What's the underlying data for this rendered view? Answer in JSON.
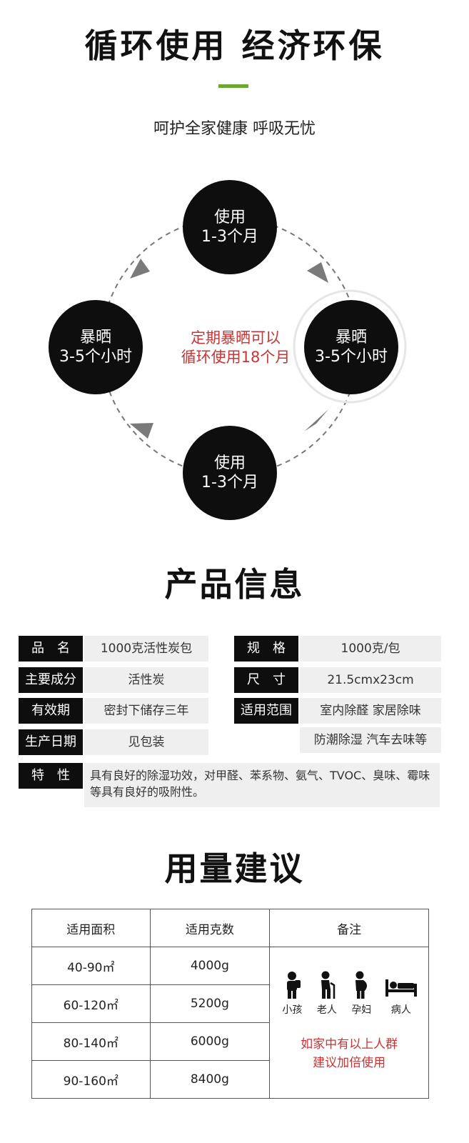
{
  "header": {
    "title": "循环使用 经济环保",
    "subtitle": "呵护全家健康 呼吸无忧"
  },
  "cycle": {
    "top": {
      "line1": "使用",
      "line2": "1-3个月"
    },
    "right": {
      "line1": "暴晒",
      "line2": "3-5个小时"
    },
    "bottom": {
      "line1": "使用",
      "line2": "1-3个月"
    },
    "left": {
      "line1": "暴晒",
      "line2": "3-5个小时"
    },
    "center": {
      "line1": "定期暴晒可以",
      "line2": "循环使用18个月"
    }
  },
  "product_info": {
    "title": "产品信息",
    "name_label": "品　名",
    "name_value": "1000克活性炭包",
    "spec_label": "规　格",
    "spec_value": "1000克/包",
    "ingredient_label": "主要成分",
    "ingredient_value": "活性炭",
    "size_label": "尺　寸",
    "size_value": "21.5cmx23cm",
    "validity_label": "有效期",
    "validity_value": "密封下储存三年",
    "scope_label": "适用范围",
    "scope_value_1": "室内除醛 家居除味",
    "scope_value_2": "防潮除湿 汽车去味等",
    "date_label": "生产日期",
    "date_value": "见包装",
    "feature_label": "特　性",
    "feature_value": "具有良好的除湿功效，对甲醛、苯系物、氨气、TVOC、臭味、霉味等具有良好的吸附性。"
  },
  "usage": {
    "title": "用量建议",
    "headers": [
      "适用面积",
      "适用克数",
      "备注"
    ],
    "rows": [
      {
        "area": "40-90㎡",
        "grams": "4000g"
      },
      {
        "area": "60-120㎡",
        "grams": "5200g"
      },
      {
        "area": "80-140㎡",
        "grams": "6000g"
      },
      {
        "area": "90-160㎡",
        "grams": "8400g"
      }
    ],
    "people": [
      "小孩",
      "老人",
      "孕妇",
      "病人"
    ],
    "remark_line1": "如家中有以上人群",
    "remark_line2": "建议加倍使用"
  },
  "colors": {
    "accent_green": "#6aa832",
    "accent_red": "#c93434",
    "dark": "#0e0e0e",
    "light_gray": "#efefef"
  }
}
